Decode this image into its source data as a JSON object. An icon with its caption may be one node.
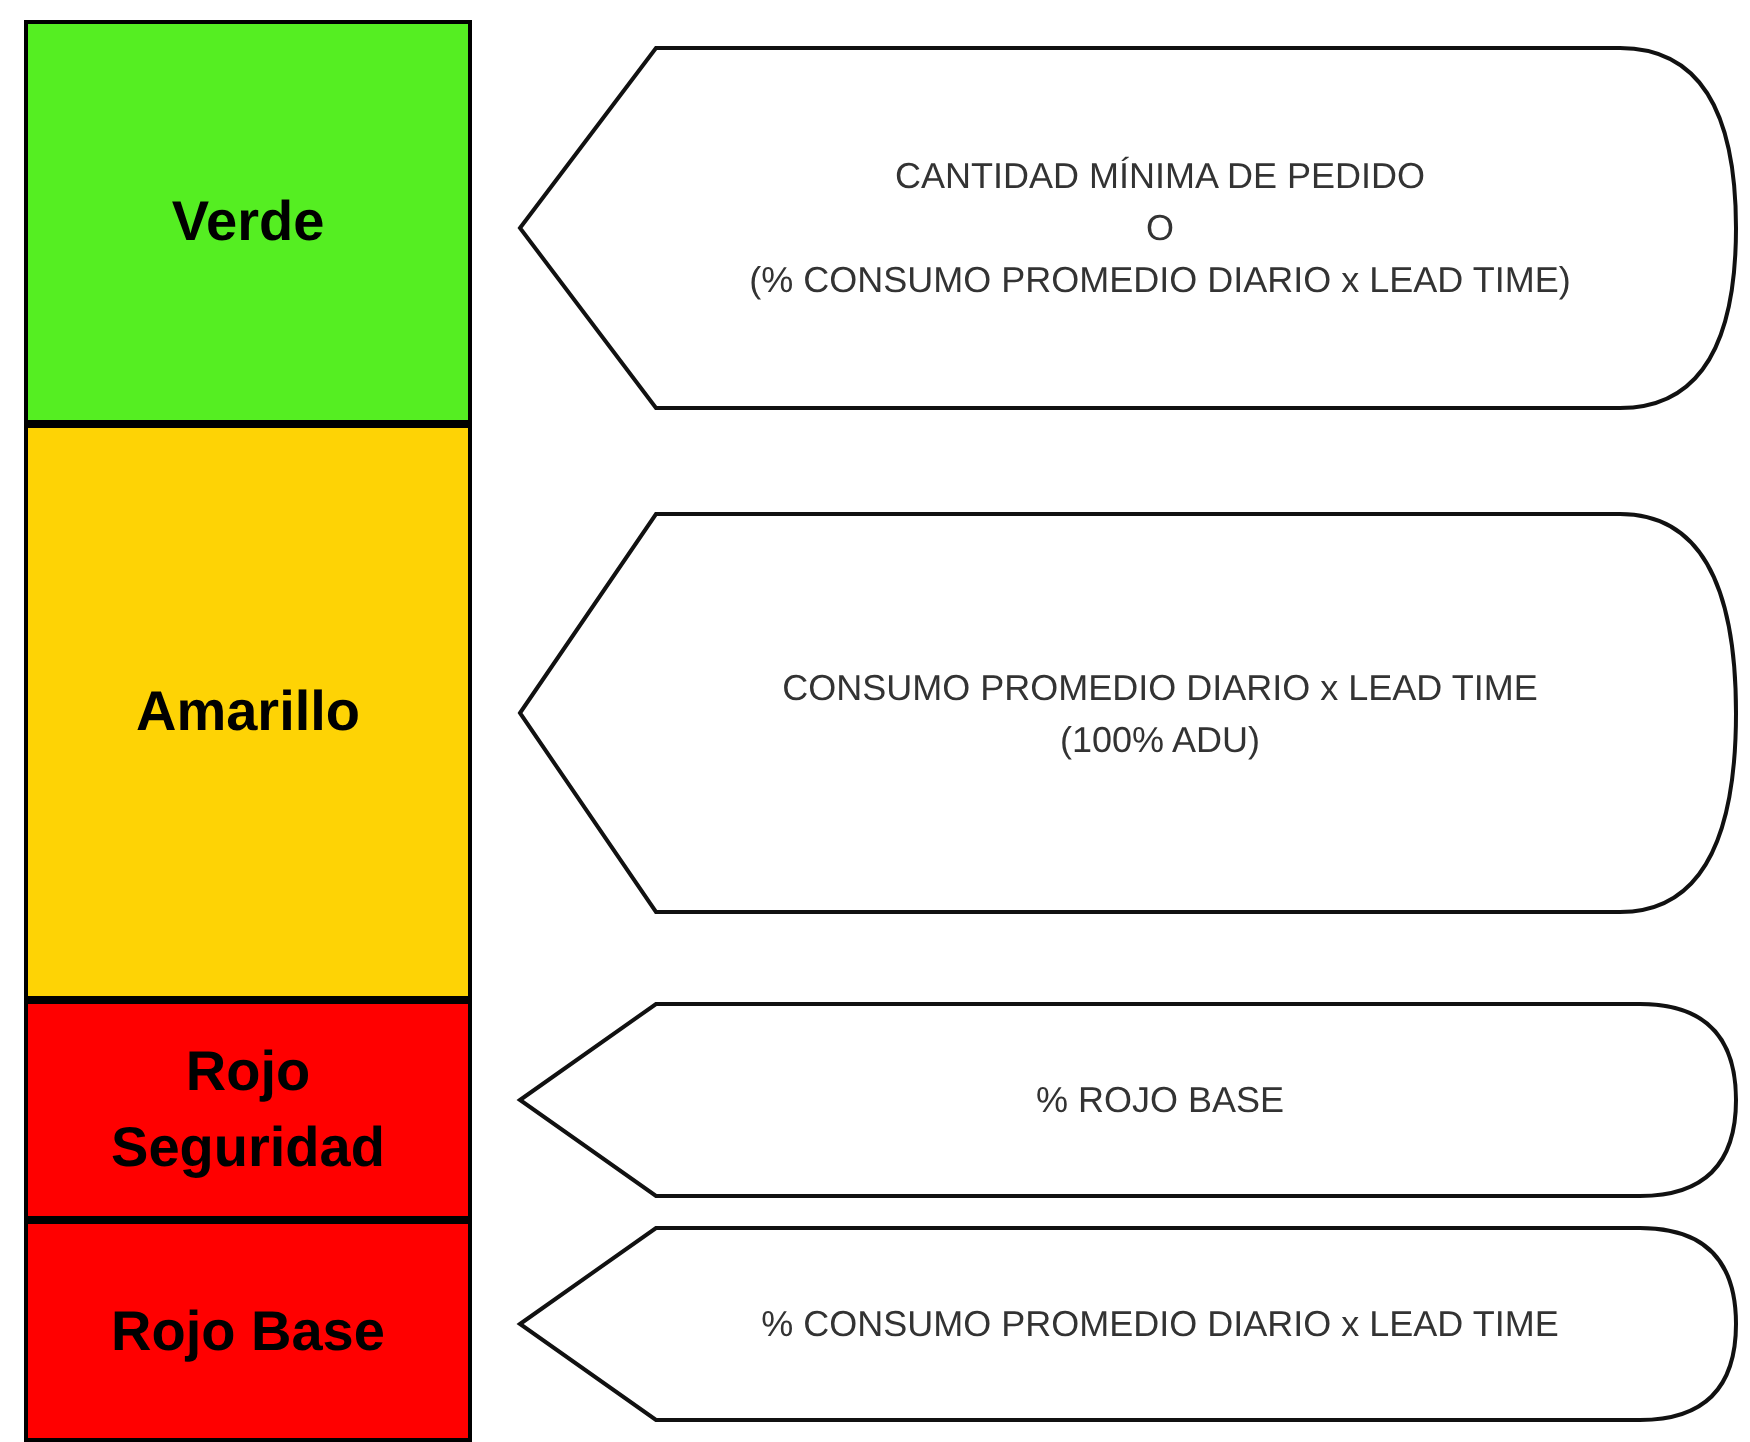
{
  "diagram": {
    "nodes": [
      {
        "text": [
          "Verde"
        ]
      },
      {
        "text": [
          "Amarillo"
        ]
      },
      {
        "text": [
          "Rojo Seguridad"
        ]
      },
      {
        "text": [
          "Rojo Base"
        ]
      },
      {
        "text": [
          "CANTIDAD MÍNIMA DE PEDIDO",
          "O",
          "(% CONSUMO PROMEDIO DIARIO x LEAD TIME)"
        ]
      },
      {
        "text": [
          "CONSUMO PROMEDIO DIARIO x LEAD TIME",
          "(100% ADU)"
        ]
      },
      {
        "text": [
          "% ROJO BASE"
        ]
      },
      {
        "text": [
          "% CONSUMO PROMEDIO DIARIO x LEAD TIME"
        ]
      }
    ]
  }
}
